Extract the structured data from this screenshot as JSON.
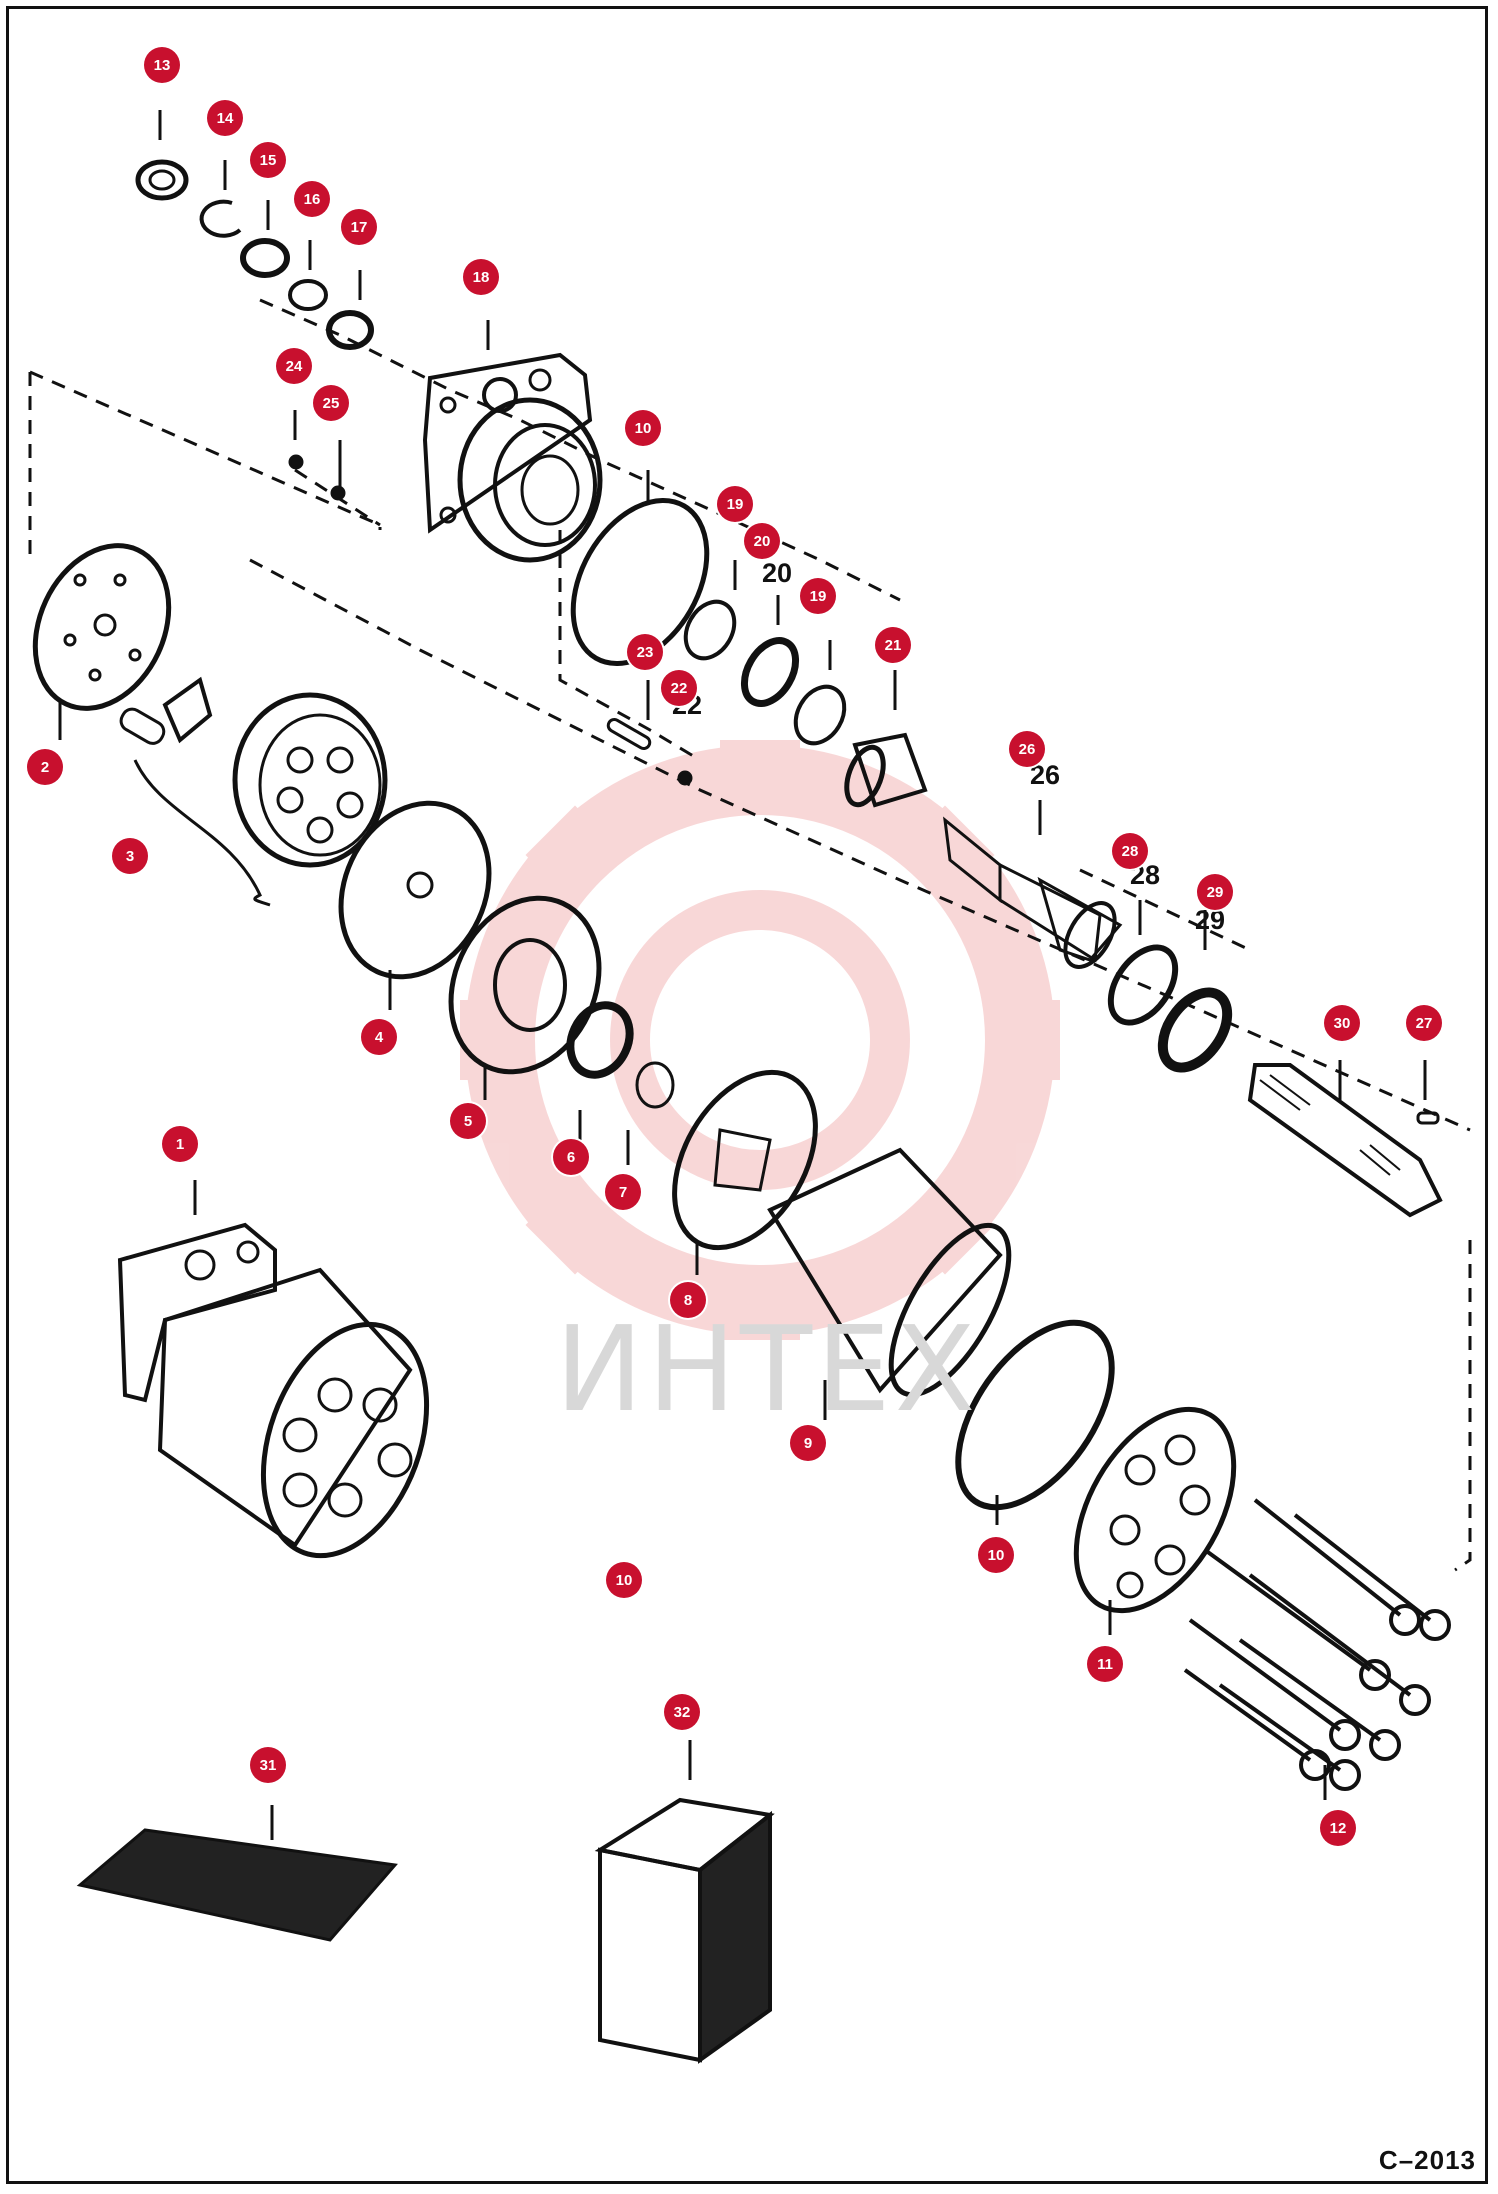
{
  "drawing": {
    "code": "C–2013",
    "watermark": "ИНТЕХ"
  },
  "callouts": [
    {
      "number": "1"
    },
    {
      "number": "2"
    },
    {
      "number": "3"
    },
    {
      "number": "4"
    },
    {
      "number": "5"
    },
    {
      "number": "6"
    },
    {
      "number": "7"
    },
    {
      "number": "8"
    },
    {
      "number": "9"
    },
    {
      "number": "10"
    },
    {
      "number": "10"
    },
    {
      "number": "10"
    },
    {
      "number": "11"
    },
    {
      "number": "12"
    },
    {
      "number": "13"
    },
    {
      "number": "14"
    },
    {
      "number": "15"
    },
    {
      "number": "16"
    },
    {
      "number": "17"
    },
    {
      "number": "18"
    },
    {
      "number": "19"
    },
    {
      "number": "19"
    },
    {
      "number": "20"
    },
    {
      "number": "21"
    },
    {
      "number": "22"
    },
    {
      "number": "23"
    },
    {
      "number": "24"
    },
    {
      "number": "25"
    },
    {
      "number": "26"
    },
    {
      "number": "27"
    },
    {
      "number": "28"
    },
    {
      "number": "29"
    },
    {
      "number": "30"
    },
    {
      "number": "31"
    },
    {
      "number": "32"
    }
  ],
  "printed_numbers": {
    "n20": "20",
    "n22": "22",
    "n26": "26",
    "n28": "28",
    "n29": "29"
  },
  "colors": {
    "badge": "#c8102e",
    "line": "#111111",
    "watermark": "#f3b8b8"
  }
}
